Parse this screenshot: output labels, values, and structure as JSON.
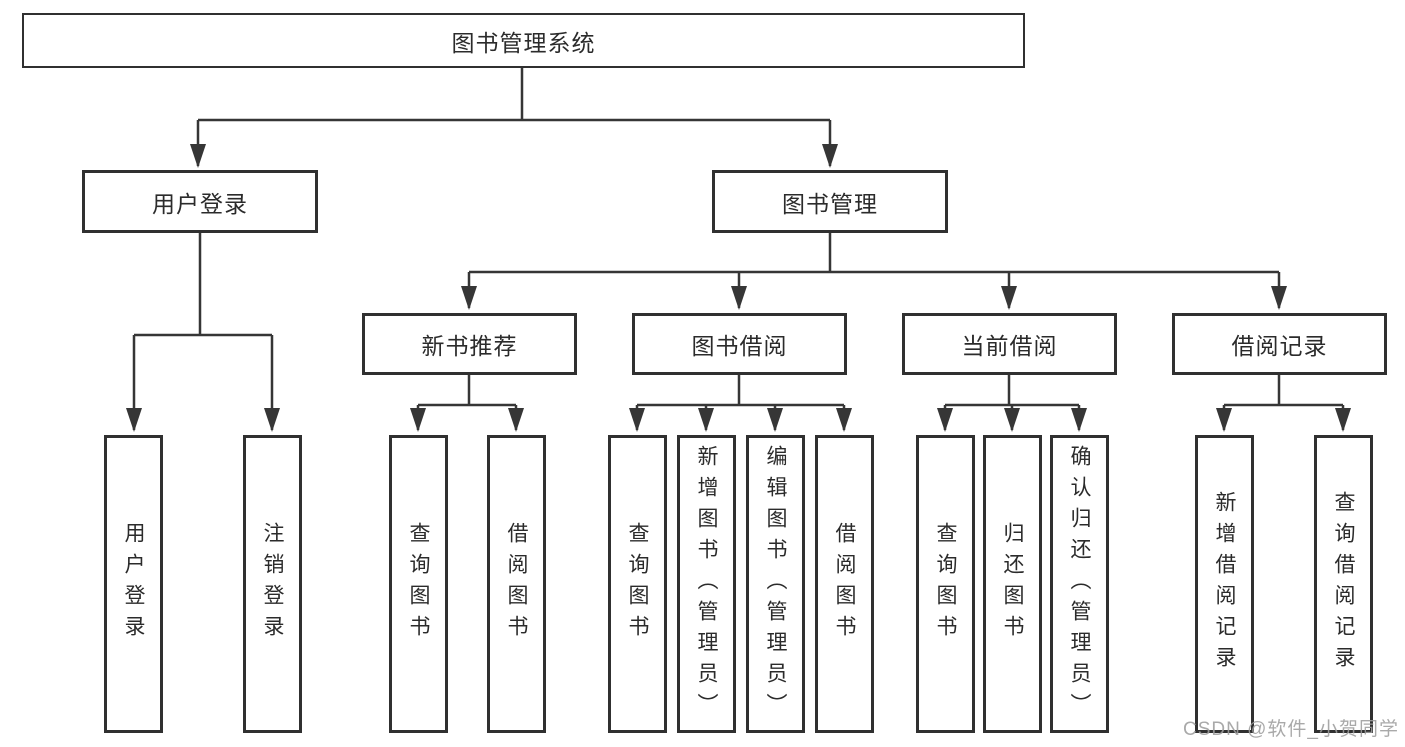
{
  "diagram": {
    "background": "#ffffff",
    "line_color": "#363636",
    "box_border_color": "#303030",
    "text_color": "#2b2b2b",
    "watermark_color": "#9e9e9e"
  },
  "tree": {
    "label": "图书管理系统",
    "children": [
      {
        "label": "用户登录",
        "children": [
          {
            "label": "用户登录"
          },
          {
            "label": "注销登录"
          }
        ]
      },
      {
        "label": "图书管理",
        "children": [
          {
            "label": "新书推荐",
            "children": [
              {
                "label": "查询图书"
              },
              {
                "label": "借阅图书"
              }
            ]
          },
          {
            "label": "图书借阅",
            "children": [
              {
                "label": "查询图书"
              },
              {
                "label": "新增图书（管理员）"
              },
              {
                "label": "编辑图书（管理员）"
              },
              {
                "label": "借阅图书"
              }
            ]
          },
          {
            "label": "当前借阅",
            "children": [
              {
                "label": "查询图书"
              },
              {
                "label": "归还图书"
              },
              {
                "label": "确认归还（管理员）"
              }
            ]
          },
          {
            "label": "借阅记录",
            "children": [
              {
                "label": "新增借阅记录"
              },
              {
                "label": "查询借阅记录"
              }
            ]
          }
        ]
      }
    ]
  },
  "watermark": "CSDN @软件_小贺同学"
}
